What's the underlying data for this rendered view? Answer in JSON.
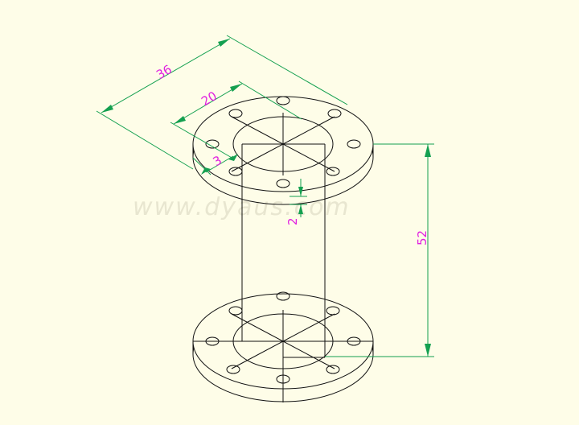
{
  "colors": {
    "background": "#fefde8",
    "geometry": "#111111",
    "dimension_line": "#14a050",
    "dimension_text": "#e020e0",
    "watermark": "#e8e6d0"
  },
  "dimensions": {
    "outer_diameter": "36",
    "inner_diameter": "20",
    "flange_thickness": "3",
    "small_gap": "2",
    "height": "52"
  },
  "watermark": {
    "text": "www.dyaus.com"
  }
}
